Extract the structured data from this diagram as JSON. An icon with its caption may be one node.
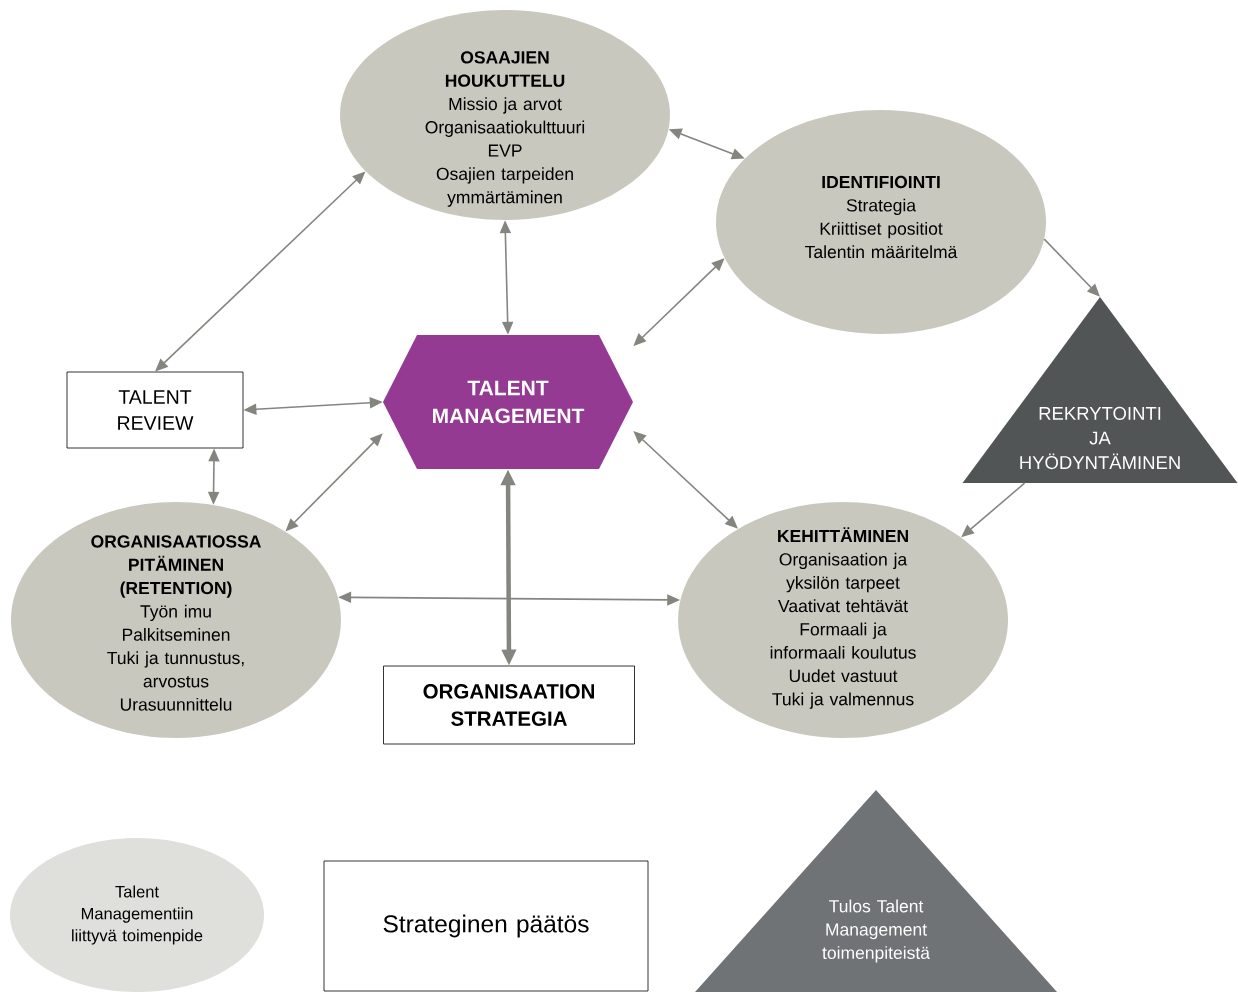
{
  "diagram": {
    "nodes": [
      {
        "text": [
          "OSAAJIEN HOUKUTTELU",
          "Missio ja arvot",
          "Organisaatiokulttuuri",
          "EVP",
          "Osajien tarpeiden ymmärtäminen"
        ]
      },
      {
        "text": [
          "IDENTIFIOINTI",
          "Strategia",
          "Kriittiset positiot",
          "Talentin määritelmä"
        ]
      },
      {
        "text": [
          "TALENT REVIEW"
        ]
      },
      {
        "text": [
          "TALENT MANAGEMENT"
        ]
      },
      {
        "text": [
          "REKRYTOINTI JA HYÖDYNTÄMINEN"
        ]
      },
      {
        "text": [
          "ORGANISAATIOSSA PITÄMINEN (RETENTION)",
          "Työn imu",
          "Palkitseminen",
          "Tuki ja tunnustus, arvostus",
          "Urasuunnittelu"
        ]
      },
      {
        "text": [
          "KEHITTÄMINEN",
          "Organisaation ja yksilön tarpeet",
          "Vaativat tehtävät",
          "Formaali ja informaali koulutus",
          "Uudet vastuut",
          "Tuki ja valmennus"
        ]
      },
      {
        "text": [
          "ORGANISAATION STRATEGIA"
        ]
      },
      {
        "text": [
          "Talent Managementiin liittyvä toimenpide"
        ]
      },
      {
        "text": [
          "Strateginen päätös"
        ]
      },
      {
        "text": [
          "Tulos Talent Management toimenpiteistä"
        ]
      }
    ],
    "edges": [
      {
        "from": 0,
        "to": 1,
        "arrow": "both"
      },
      {
        "from": 0,
        "to": 2,
        "arrow": "both"
      },
      {
        "from": 0,
        "to": 3,
        "arrow": "both"
      },
      {
        "from": 1,
        "to": 3,
        "arrow": "both"
      },
      {
        "from": 1,
        "to": 4,
        "arrow": "to"
      },
      {
        "from": 4,
        "to": 6,
        "arrow": "to"
      },
      {
        "from": 2,
        "to": 3,
        "arrow": "both"
      },
      {
        "from": 2,
        "to": 5,
        "arrow": "both"
      },
      {
        "from": 5,
        "to": 3,
        "arrow": "both"
      },
      {
        "from": 3,
        "to": 6,
        "arrow": "both"
      },
      {
        "from": 5,
        "to": 6,
        "arrow": "both"
      },
      {
        "from": 3,
        "to": 7,
        "arrow": "both",
        "style": "thick"
      }
    ]
  }
}
